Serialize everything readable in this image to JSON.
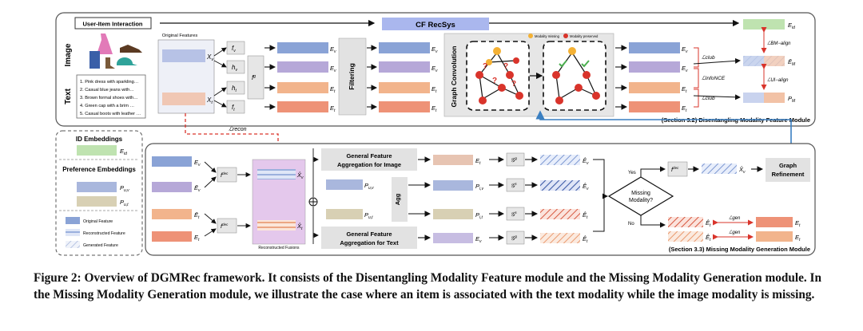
{
  "top_panel": {
    "title_box": "User-Item Interaction",
    "cf_label": "CF RecSys",
    "row_image": "Image",
    "row_text": "Text",
    "original_features": "Original Features",
    "text_items": [
      "1. Pink dress with sparkling…",
      "2. Casual blue jeans with…",
      "3. Brown formal shoes with…",
      "4. Green cap with a brim …",
      "5. Casual boots with leather …"
    ],
    "filtering": "Filtering",
    "graph_conv": "Graph Convolution",
    "legend_missing": "Modality missing",
    "legend_preserved": "Modality preserved",
    "module_label": "(Section 3.2) Disentangling Modality Feature Module",
    "losses": {
      "club_top": "ℒclub",
      "infonce": "ℒInfoNCE",
      "club_bottom": "ℒclub",
      "bm_align": "ℒBM−align",
      "ui_align": "ℒUI−align"
    }
  },
  "left_legend": {
    "id_title": "ID Embeddings",
    "pref_title": "Preference Embeddings",
    "legend_original": "Original Feature",
    "legend_reconstructed": "Reconstructed Feature",
    "legend_generated": "Generated Feature"
  },
  "bottom_panel": {
    "recon_loss": "ℒrecon",
    "recon_fusion": "Reconstructed Fusions",
    "gen_img_line1": "General Feature",
    "gen_img_line2": "Aggregation for Image",
    "gen_txt_line1": "General Feature",
    "gen_txt_line2": "Aggregation for Text",
    "agg": "Agg",
    "missing_q1": "Missing",
    "missing_q2": "Modality?",
    "yes": "Yes",
    "no": "No",
    "graph_ref1": "Graph",
    "graph_ref2": "Refinement",
    "gen_loss": "ℒgen",
    "module_label": "(Section 3.3) Missing Modality Generation Module"
  },
  "caption": "Figure 2: Overview of DGMRec framework. It consists of the Disentangling Modality Feature module and the Missing Modality Generation module. In the Missing Modality Generation module, we illustrate the case where an item is associated with the text modality while the image modality is missing.",
  "colors": {
    "blue": "#8aa3d6",
    "purple": "#b6a8d8",
    "orange": "#f2b48c",
    "coral": "#ee9277",
    "green": "#bfe3b0",
    "tan": "#d8d0b4",
    "cf": "#aab7ee",
    "fusion": "#e4c8ec",
    "gray": "#e6e6e6",
    "red_dash": "#d9342b",
    "arrow_blue": "#3a7fc1"
  }
}
